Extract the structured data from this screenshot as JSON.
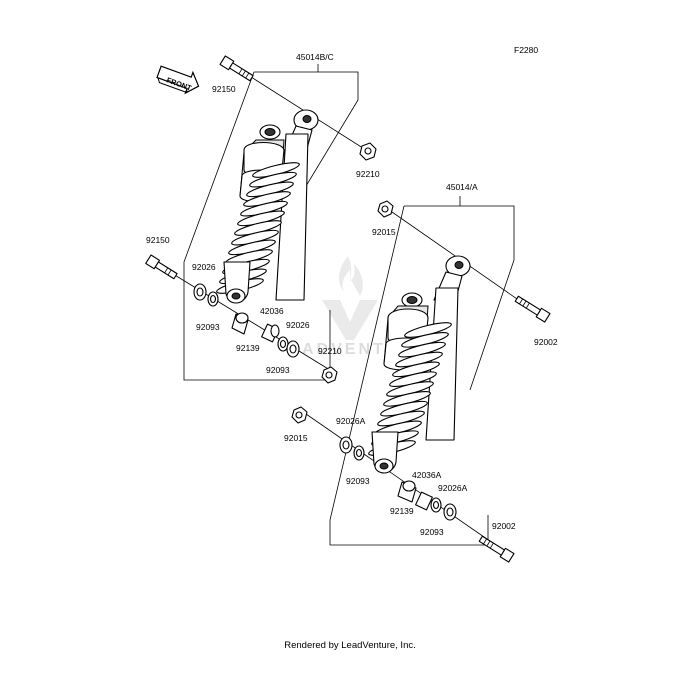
{
  "diagram_code": "F2280",
  "front_marker": "FRONT",
  "watermark_text": "ADVENTURE",
  "footer": "Rendered by LeadVenture, Inc.",
  "labels": {
    "assy_upper": "45014B/C",
    "assy_lower": "45014/A",
    "bolt_upper_top": "92150",
    "bolt_upper_bottom": "92150",
    "nut_upper_top": "92210",
    "nut_upper_bottom": "92210",
    "washer_upper_left": "92026",
    "washer_upper_right": "92026",
    "seal_upper_left": "92093",
    "seal_upper_right": "92093",
    "collar_upper": "42036",
    "bushing_upper": "92139",
    "nut_lower_top": "92015",
    "nut_lower_bottom": "92015",
    "bolt_lower_top": "92002",
    "bolt_lower_bottom": "92002",
    "washer_lower_left": "92026A",
    "washer_lower_right": "92026A",
    "seal_lower_left": "92093",
    "seal_lower_right": "92093",
    "collar_lower": "42036A",
    "bushing_lower": "92139"
  }
}
